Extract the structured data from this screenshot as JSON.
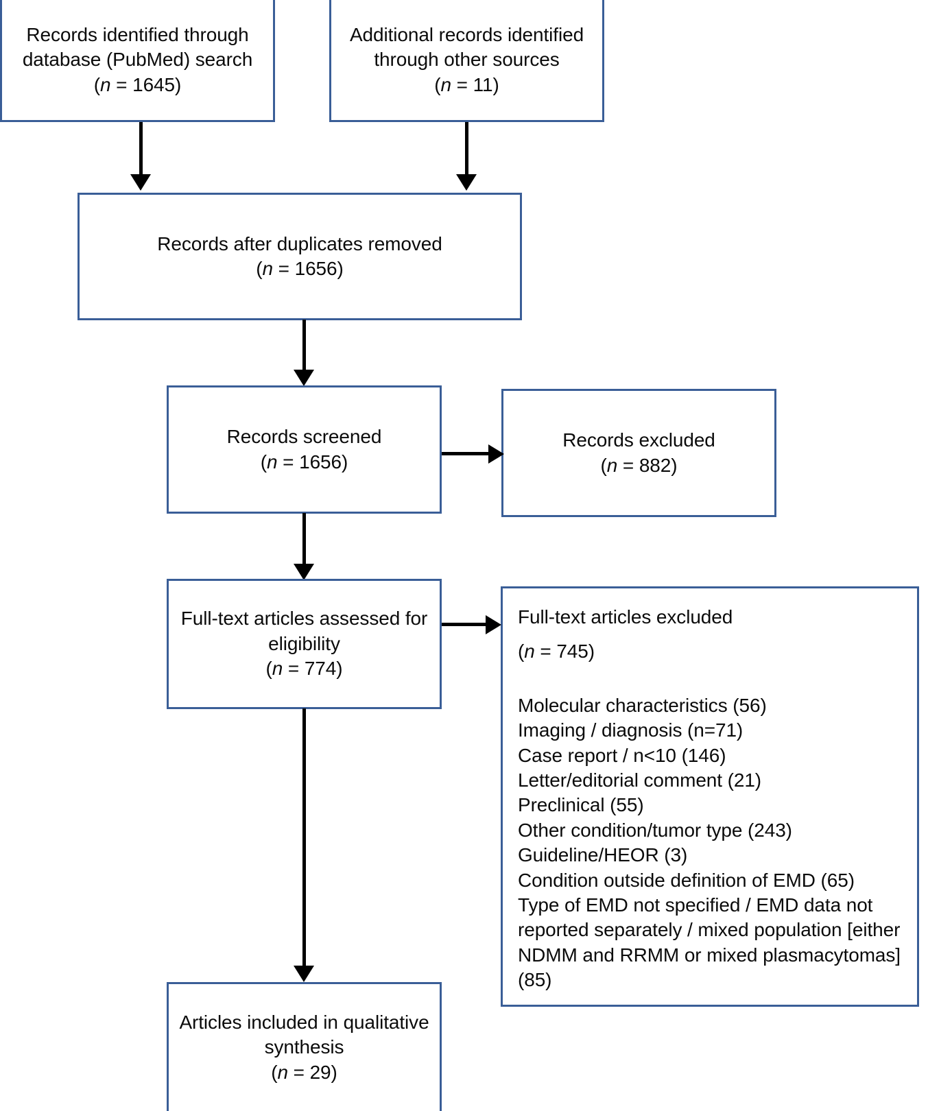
{
  "diagram": {
    "type": "prisma-flow-diagram",
    "accent_border_color": "#3a5e97",
    "connector_color": "#000000",
    "background_color": "#ffffff"
  },
  "nodes": {
    "identification_database": {
      "line1": "Records identified through",
      "line2": "database (PubMed) search",
      "count_prefix": "(",
      "count_italic": "n",
      "count_value": " = 1645)"
    },
    "identification_other": {
      "line1": "Additional records identified",
      "line2": "through other sources",
      "count_prefix": "(",
      "count_italic": "n",
      "count_value": " = 11)"
    },
    "duplicates_removed": {
      "line1": "Records after duplicates removed",
      "count_prefix": "(",
      "count_italic": "n",
      "count_value": " = 1656)"
    },
    "records_screened": {
      "line1": "Records screened",
      "count_prefix": "(",
      "count_italic": "n",
      "count_value": " = 1656)"
    },
    "records_excluded": {
      "line1": "Records excluded",
      "count_prefix": "(",
      "count_italic": "n",
      "count_value": " = 882)"
    },
    "fulltext_assessed": {
      "line1": "Full-text articles assessed for",
      "line2": "eligibility",
      "count_prefix": "(",
      "count_italic": "n",
      "count_value": " = 774)"
    },
    "fulltext_excluded": {
      "heading": "Full-text articles excluded",
      "count_prefix": "(",
      "count_italic": "n",
      "count_value": " = 745)",
      "reasons": [
        "Molecular characteristics (56)",
        "Imaging / diagnosis (n=71)",
        "Case report / n<10 (146)",
        "Letter/editorial comment (21)",
        "Preclinical (55)",
        "Other condition/tumor type (243)",
        "Guideline/HEOR (3)",
        "Condition outside definition of EMD (65)",
        "Type of EMD not specified / EMD data not reported separately / mixed population [either NDMM and RRMM or mixed plasmacytomas] (85)"
      ]
    },
    "included_qualitative": {
      "line1": "Articles included in qualitative",
      "line2": "synthesis",
      "count_prefix": "(",
      "count_italic": "n",
      "count_value": " = 29)"
    }
  }
}
